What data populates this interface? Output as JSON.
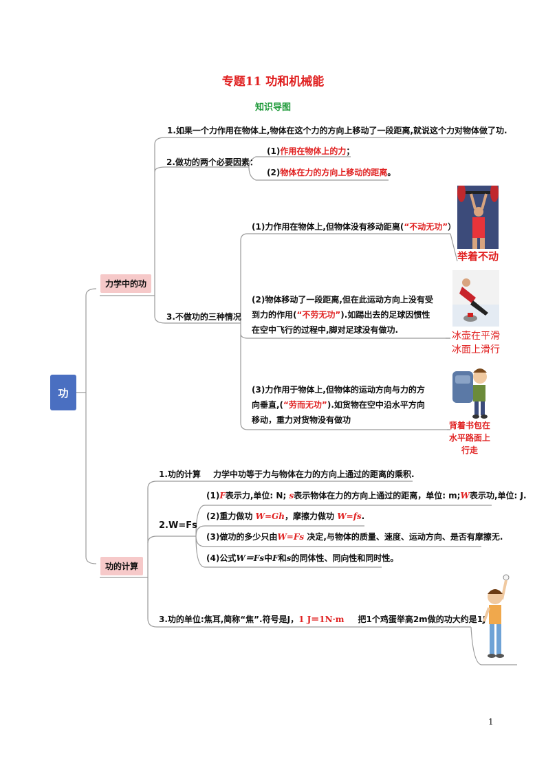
{
  "header": {
    "title": "专题11  功和机械能",
    "subtitle": "知识导图"
  },
  "root": "功",
  "branch1": {
    "label": "力学中的功",
    "n1": "1.如果一个力作用在物体上,物体在这个力的方向上移动了一段距离,就说这个力对物体做了功.",
    "n2": {
      "label": "2.做功的两个必要因素：",
      "f1_prefix": "(1)",
      "f1_red": "作用在物体上的力",
      "f1_suffix": "；",
      "f2_prefix": "(2)",
      "f2_red": "物体在力的方向上移动的距离",
      "f2_suffix": "。"
    },
    "n3": {
      "label": "3.不做功的三种情况",
      "c1_a": "(1)力作用在物体上,但物体没有移动距离(",
      "c1_red": "“不动无功”",
      "c1_b": "）",
      "c2_a": "(2)物体移动了一段距离,但在此运动方向上没有受到力的作用(",
      "c2_red": "“不劳无功”",
      "c2_b": ").如踢出去的足球因惯性在空中飞行的过程中,脚对足球没有做功.",
      "c3_a": "(3)力作用于物体上,但物体的运动方向与力的方向垂直,(",
      "c3_red": "“劳而无功”",
      "c3_b": ").如货物在空中沿水平方向移动，重力对货物没有做功",
      "img1_caption": "举着不动",
      "img2_caption": "冰壶在平滑冰面上滑行",
      "img3_caption": "背着书包在水平路面上行走"
    }
  },
  "branch2": {
    "label": "功的计算",
    "calc_label": "1.功的计算",
    "calc_text": "力学中功等于力与物体在力的方向上通过的距离的乘积.",
    "formula_label": "2.W=Fs",
    "f1_a": "(1)",
    "f1_F": "F",
    "f1_b": "表示力,单位: N; ",
    "f1_s": "s",
    "f1_c": "表示物体在力的方向上通过的距离，单位: m;",
    "f1_W": "W",
    "f1_d": "表示功,单位: J.",
    "f2_a": "(2)重力做功 ",
    "f2_formula1": "W=Gh",
    "f2_b": "，摩擦力做功 ",
    "f2_formula2": "W=fs",
    "f2_c": ".",
    "f3_a": "(3)做功的多少只由",
    "f3_formula": "W=Fs",
    "f3_b": " 决定,与物体的质量、速度、运动方向、是否有摩擦无.",
    "f4_a": "(4)公式",
    "f4_formula": "W＝Fs",
    "f4_b": "中",
    "f4_F": "F",
    "f4_c": "和",
    "f4_s": "s",
    "f4_d": "的同体性、同向性和同时性。",
    "unit_a": "3.功的单位:焦耳,简称“焦”.符号是J，",
    "unit_red": "1 J＝1N·m",
    "unit_b": "把1个鸡蛋举高2m做的功大约是1J"
  },
  "page_number": "1",
  "colors": {
    "red": "#e02020",
    "green": "#1f9a3a",
    "root_bg": "#4a6fc1",
    "category_bg": "#f6c9c9",
    "line": "#9a9a9a"
  }
}
